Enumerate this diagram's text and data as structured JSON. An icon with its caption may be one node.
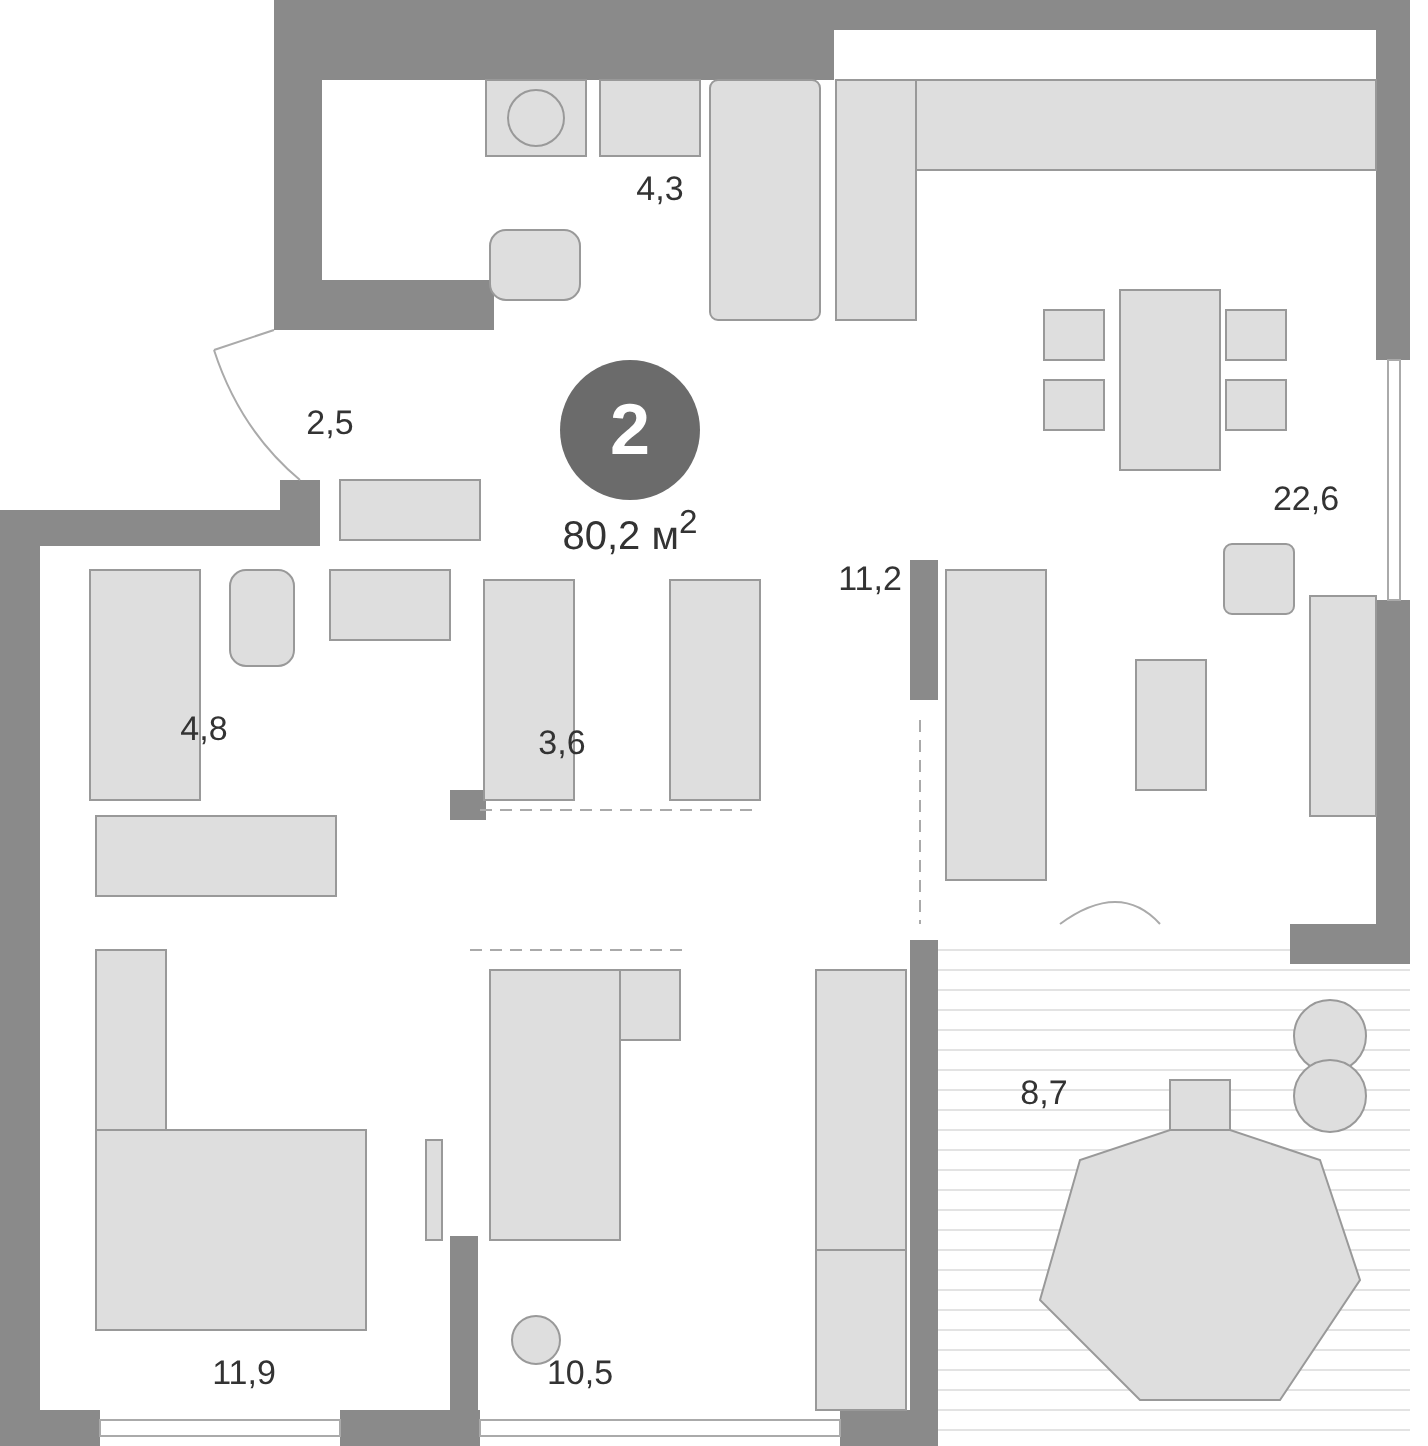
{
  "diagram": {
    "nodes": [
      {
        "text": [
          "2"
        ]
      }
    ],
    "edges": [],
    "labels": [
      "4,3",
      "2,5",
      "80,2 м$^{2}$",
      "11,2",
      "22,6",
      "4,8",
      "3,6",
      "8,7",
      "11,9",
      "10,5"
    ]
  }
}
